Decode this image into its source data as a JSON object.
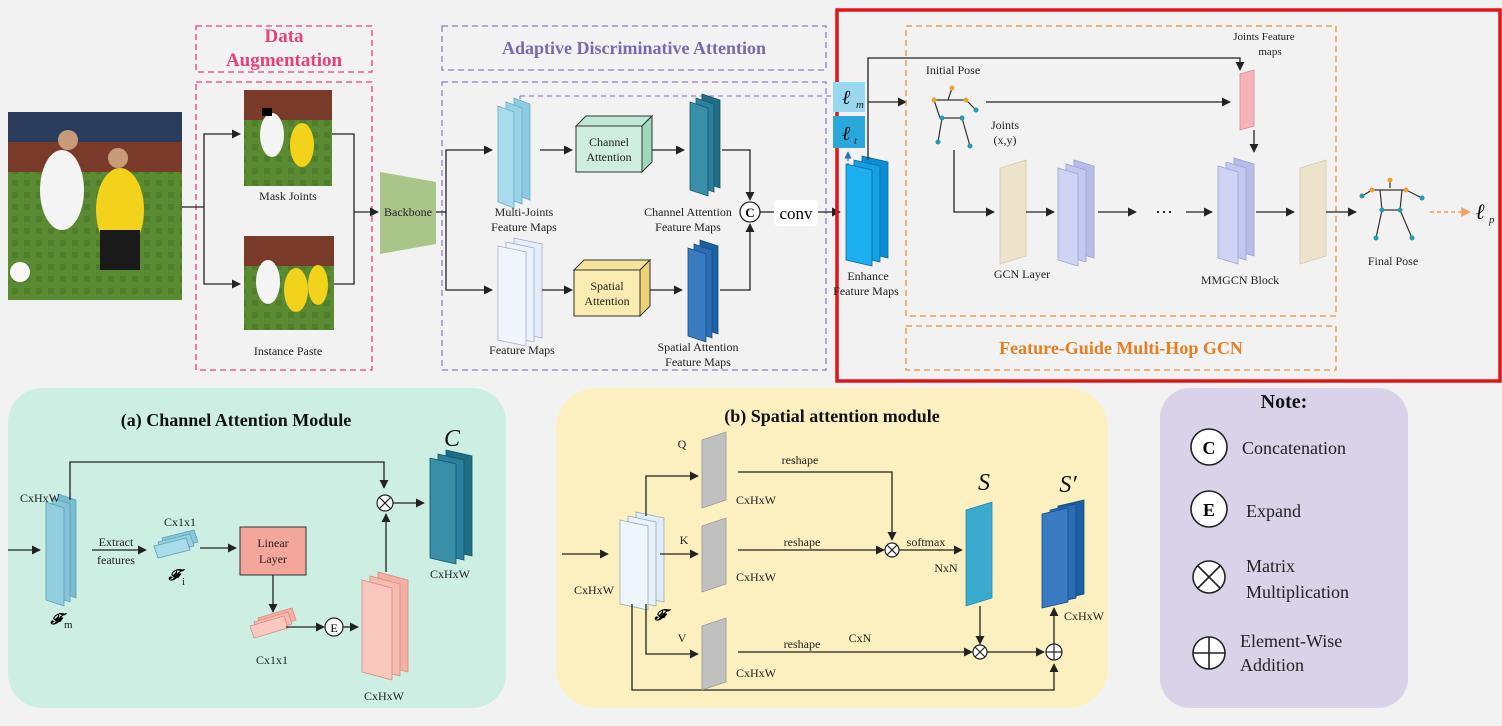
{
  "top": {
    "data_aug_title_1": "Data",
    "data_aug_title_2": "Augmentation",
    "mask_joints": "Mask Joints",
    "instance_paste": "Instance Paste",
    "backbone": "Backbone",
    "ada_title": "Adaptive Discriminative Attention",
    "multi_joints_1": "Multi-Joints",
    "multi_joints_2": "Feature Maps",
    "feature_maps": "Feature Maps",
    "channel_attention_1": "Channel",
    "channel_attention_2": "Attention",
    "spatial_attention_1": "Spatial",
    "spatial_attention_2": "Attention",
    "ch_att_fm_1": "Channel Attention",
    "ch_att_fm_2": "Feature Maps",
    "sp_att_fm_1": "Spatial Attention",
    "sp_att_fm_2": "Feature Maps",
    "concat_symbol": "C",
    "conv": "conv",
    "loss_m": "ℓ",
    "loss_m_sub": "m",
    "loss_t": "ℓ",
    "loss_t_sub": "t",
    "loss_p": "ℓ",
    "loss_p_sub": "p",
    "enhance_1": "Enhance",
    "enhance_2": "Feature Maps",
    "initial_pose": "Initial Pose",
    "joints_feature_1": "Joints Feature",
    "joints_feature_2": "maps",
    "joints_1": "Joints",
    "joints_2": "(x,y)",
    "gcn_layer": "GCN Layer",
    "ellipsis": "···",
    "mmgcn_block": "MMGCN Block",
    "final_pose": "Final Pose",
    "fgmh_title": "Feature-Guide Multi-Hop GCN"
  },
  "channel_module": {
    "title": "(a) Channel Attention Module",
    "c_symbol": "C",
    "cxhxw_in": "CxHxW",
    "fm_label": "𝓕",
    "fm_sub": "m",
    "extract_1": "Extract",
    "extract_2": "features",
    "cx1x1_top": "Cx1x1",
    "fi_label": "𝓕",
    "fi_sub": "i",
    "linear_1": "Linear",
    "linear_2": "Layer",
    "cx1x1_bottom": "Cx1x1",
    "expand_symbol": "E",
    "cxhxw_out": "CxHxW",
    "cxhxw_bottom": "CxHxW"
  },
  "spatial_module": {
    "title": "(b) Spatial attention module",
    "q": "Q",
    "k": "K",
    "v": "V",
    "reshape": "reshape",
    "cxhxw": "CxHxW",
    "cxhxw_in": "CxHxW",
    "f_label": "𝓕",
    "softmax": "softmax",
    "nxn": "NxN",
    "cxn": "CxN",
    "s": "S",
    "s_prime": "S′",
    "cxhxw_out": "CxHxW"
  },
  "note": {
    "title": "Note:",
    "items": [
      {
        "symbol": "C",
        "label_1": "Concatenation",
        "label_2": ""
      },
      {
        "symbol": "E",
        "label_1": "Expand",
        "label_2": ""
      },
      {
        "symbol": "⊗",
        "label_1": "Matrix",
        "label_2": "Multiplication"
      },
      {
        "symbol": "⊕",
        "label_1": "Element-Wise",
        "label_2": "Addition"
      }
    ]
  },
  "colors": {
    "pink_dash": "#e8407a",
    "purple_dash": "#8e7cc3",
    "orange_dash": "#e69138",
    "red_frame": "#e0161b",
    "channel_bg": "#cdeee3",
    "spatial_bg": "#fdf0c0",
    "note_bg": "#d9d2e9"
  }
}
